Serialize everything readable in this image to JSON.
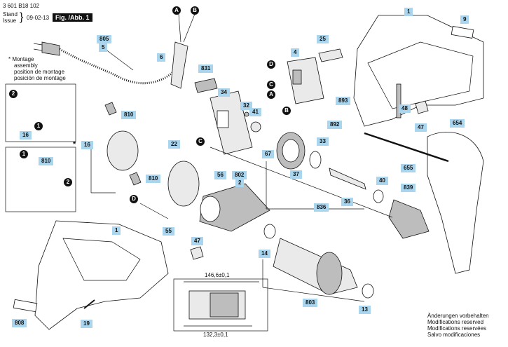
{
  "header": {
    "part_number": "3 601 B18 102",
    "stand_label": "Stand",
    "issue_label": "Issue",
    "date": "09-02-13",
    "figure_label": "Fig. /Abb. 1"
  },
  "assembly_note": [
    "* Montage",
    "assembly",
    "position de montage",
    "posición de montage"
  ],
  "callouts": {
    "c1": "1",
    "c9": "9",
    "c805": "805",
    "c5": "5",
    "c6": "6",
    "c25": "25",
    "c4": "4",
    "c831": "831",
    "c34": "34",
    "c810a": "810",
    "c16a": "16",
    "c16b": "16",
    "c810b": "810",
    "c810c": "810",
    "c22": "22",
    "c32": "32",
    "c41": "41",
    "c893": "893",
    "c892": "892",
    "c48": "48",
    "c47a": "47",
    "c654": "654",
    "c33": "33",
    "c67": "67",
    "c37": "37",
    "c56": "56",
    "c802": "802",
    "c2": "2",
    "c655": "655",
    "c40": "40",
    "c839": "839",
    "c836": "836",
    "c36": "36",
    "c55": "55",
    "c1b": "1",
    "c47b": "47",
    "c14": "14",
    "c803": "803",
    "c13": "13",
    "c808": "808",
    "c19": "19"
  },
  "markers": {
    "A1": "A",
    "B1": "B",
    "D1": "D",
    "C1": "C",
    "A2": "A",
    "B2": "B",
    "C2": "C",
    "D2": "D",
    "n2": "2",
    "n1": "1",
    "n1b": "1",
    "n2b": "2"
  },
  "star_label": "*",
  "dimensions": {
    "top": "146,6±0,1",
    "bottom": "132,3±0,1"
  },
  "footer": [
    "Änderungen vorbehalten",
    "Modifications reserved",
    "Modifications reservées",
    "Salvo modificaciones"
  ]
}
